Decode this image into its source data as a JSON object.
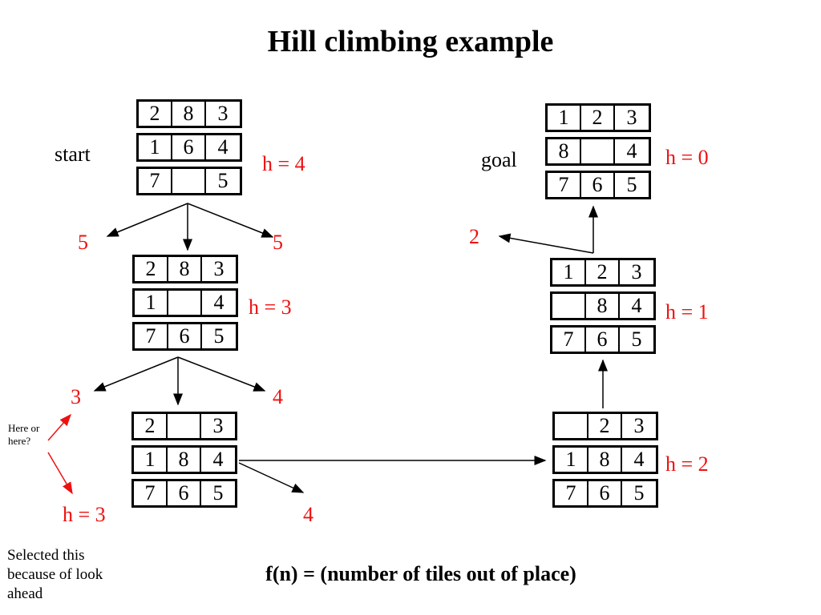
{
  "title": "Hill climbing example",
  "formula": "f(n) = (number of tiles out of place)",
  "labels": {
    "start": "start",
    "goal": "goal",
    "here_or_here": "Here or here?",
    "selected_note": "Selected this because of look ahead"
  },
  "heuristics": {
    "start": "h = 4",
    "level1": "h = 3",
    "level2_left": "h = 3",
    "level2_right": "h = 2",
    "level3": "h = 1",
    "goal": "h = 0"
  },
  "branch_values": {
    "start_left": "5",
    "start_right": "5",
    "level1_left": "3",
    "level1_right": "4",
    "level2_bottom": "4",
    "level3_side": "2"
  },
  "boards": {
    "start": [
      [
        "2",
        "8",
        "3"
      ],
      [
        "1",
        "6",
        "4"
      ],
      [
        "7",
        "",
        "5"
      ]
    ],
    "level1": [
      [
        "2",
        "8",
        "3"
      ],
      [
        "1",
        "",
        "4"
      ],
      [
        "7",
        "6",
        "5"
      ]
    ],
    "level2_left": [
      [
        "2",
        "",
        "3"
      ],
      [
        "1",
        "8",
        "4"
      ],
      [
        "7",
        "6",
        "5"
      ]
    ],
    "level2_right": [
      [
        "",
        "2",
        "3"
      ],
      [
        "1",
        "8",
        "4"
      ],
      [
        "7",
        "6",
        "5"
      ]
    ],
    "level3": [
      [
        "1",
        "2",
        "3"
      ],
      [
        "",
        "8",
        "4"
      ],
      [
        "7",
        "6",
        "5"
      ]
    ],
    "goal": [
      [
        "1",
        "2",
        "3"
      ],
      [
        "8",
        "",
        "4"
      ],
      [
        "7",
        "6",
        "5"
      ]
    ]
  },
  "colors": {
    "annotation": "#ee1111",
    "lines": "#000000"
  }
}
